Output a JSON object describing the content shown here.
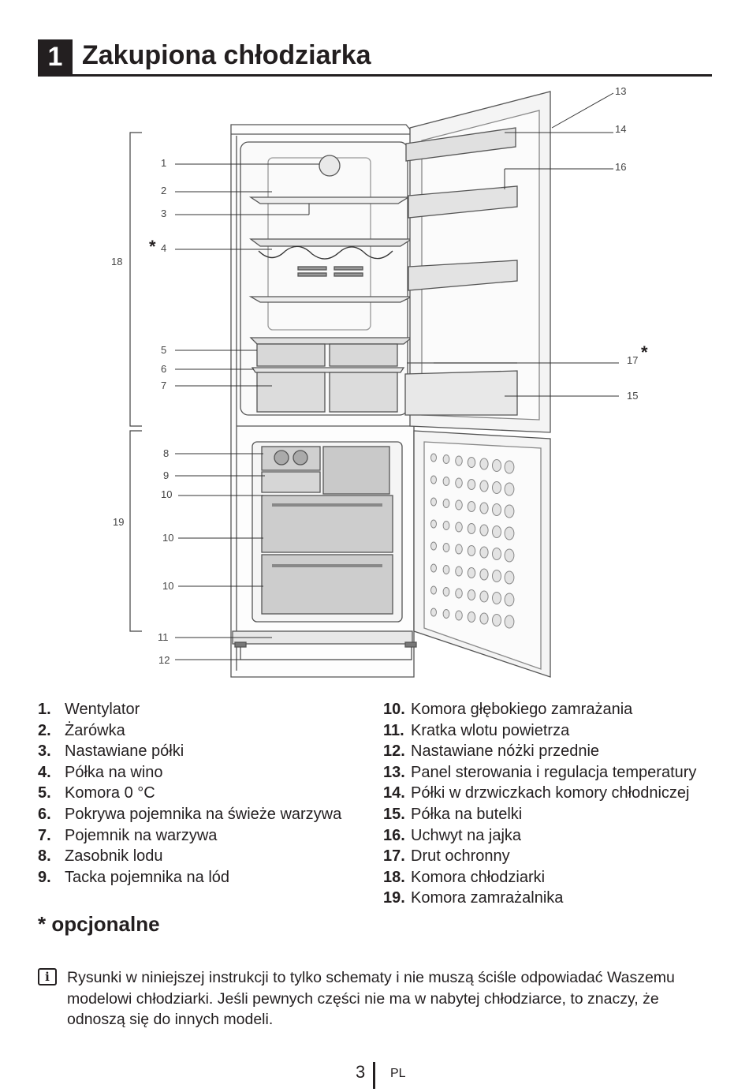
{
  "header": {
    "number": "1",
    "title": "Zakupiona chłodziarka"
  },
  "figure": {
    "callouts": [
      "1",
      "2",
      "3",
      "4",
      "5",
      "6",
      "7",
      "8",
      "9",
      "10",
      "10",
      "10",
      "11",
      "12",
      "13",
      "14",
      "16",
      "17",
      "15",
      "18",
      "19"
    ],
    "asterisk": "*"
  },
  "parts_left": [
    {
      "n": "1.",
      "label": "Wentylator"
    },
    {
      "n": "2.",
      "label": "Żarówka"
    },
    {
      "n": "3.",
      "label": "Nastawiane półki"
    },
    {
      "n": "4.",
      "label": "Półka na wino"
    },
    {
      "n": "5.",
      "label": "Komora 0 °C"
    },
    {
      "n": "6.",
      "label": "Pokrywa pojemnika na świeże warzywa"
    },
    {
      "n": "7.",
      "label": "Pojemnik na warzywa"
    },
    {
      "n": "8.",
      "label": "Zasobnik lodu"
    },
    {
      "n": "9.",
      "label": "Tacka pojemnika na lód"
    }
  ],
  "parts_right": [
    {
      "n": "10.",
      "label": "Komora głębokiego zamrażania"
    },
    {
      "n": "11.",
      "label": "Kratka wlotu powietrza"
    },
    {
      "n": "12.",
      "label": "Nastawiane nóżki przednie"
    },
    {
      "n": "13.",
      "label": "Panel sterowania i regulacja temperatury"
    },
    {
      "n": "14.",
      "label": "Półki w drzwiczkach komory chłodniczej"
    },
    {
      "n": "15.",
      "label": "Półka na butelki"
    },
    {
      "n": "16.",
      "label": "Uchwyt na jajka"
    },
    {
      "n": "17.",
      "label": "Drut ochronny"
    },
    {
      "n": "18.",
      "label": "Komora chłodziarki"
    },
    {
      "n": "19.",
      "label": "Komora zamrażalnika"
    }
  ],
  "optional_note": "* opcjonalne",
  "info_icon": "info-icon",
  "info_note": "Rysunki w niniejszej instrukcji to tylko schematy i nie muszą ściśle odpowiadać Waszemu modelowi chłodziarki. Jeśli pewnych części nie ma w nabytej chłodziarce, to znaczy, że odnoszą się do innych modeli.",
  "footer": {
    "page": "3",
    "lang": "PL"
  }
}
